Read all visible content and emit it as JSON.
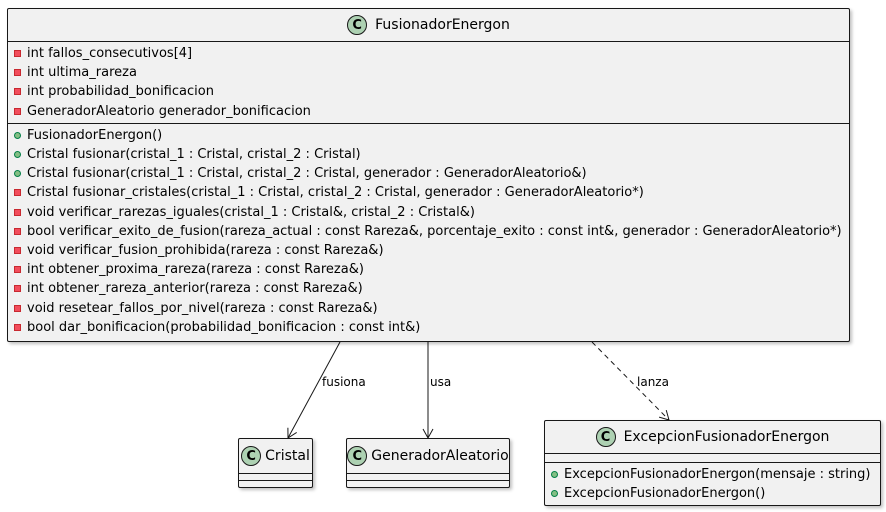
{
  "classes": {
    "fusionador": {
      "name": "FusionadorEnergon",
      "attributes": [
        {
          "vis": "private",
          "text": "int fallos_consecutivos[4]"
        },
        {
          "vis": "private",
          "text": "int ultima_rareza"
        },
        {
          "vis": "private",
          "text": "int probabilidad_bonificacion"
        },
        {
          "vis": "private",
          "text": "GeneradorAleatorio generador_bonificacion"
        }
      ],
      "methods": [
        {
          "vis": "public",
          "text": "FusionadorEnergon()"
        },
        {
          "vis": "public",
          "text": "Cristal fusionar(cristal_1 : Cristal, cristal_2 : Cristal)"
        },
        {
          "vis": "public",
          "text": "Cristal fusionar(cristal_1 : Cristal, cristal_2 : Cristal, generador : GeneradorAleatorio&)"
        },
        {
          "vis": "private",
          "text": "Cristal fusionar_cristales(cristal_1 : Cristal, cristal_2 : Cristal, generador : GeneradorAleatorio*)"
        },
        {
          "vis": "private",
          "text": "void verificar_rarezas_iguales(cristal_1 : Cristal&, cristal_2 : Cristal&)"
        },
        {
          "vis": "private",
          "text": "bool verificar_exito_de_fusion(rareza_actual : const Rareza&, porcentaje_exito : const int&, generador : GeneradorAleatorio*)"
        },
        {
          "vis": "private",
          "text": "void verificar_fusion_prohibida(rareza : const Rareza&)"
        },
        {
          "vis": "private",
          "text": "int obtener_proxima_rareza(rareza : const Rareza&)"
        },
        {
          "vis": "private",
          "text": "int obtener_rareza_anterior(rareza : const Rareza&)"
        },
        {
          "vis": "private",
          "text": "void resetear_fallos_por_nivel(rareza : const Rareza&)"
        },
        {
          "vis": "private",
          "text": "bool dar_bonificacion(probabilidad_bonificacion : const int&)"
        }
      ]
    },
    "cristal": {
      "name": "Cristal"
    },
    "generador": {
      "name": "GeneradorAleatorio"
    },
    "excepcion": {
      "name": "ExcepcionFusionadorEnergon",
      "methods": [
        {
          "vis": "public",
          "text": "ExcepcionFusionadorEnergon(mensaje : string)"
        },
        {
          "vis": "public",
          "text": "ExcepcionFusionadorEnergon()"
        }
      ]
    }
  },
  "stereotype_letter": "C",
  "relations": {
    "fusiona": "fusiona",
    "usa": "usa",
    "lanza": "lanza"
  },
  "colors": {
    "class_fill": "#f1f1f1",
    "badge_fill": "#add1b2",
    "private_icon": "#c82930",
    "public_icon": "#038048"
  }
}
